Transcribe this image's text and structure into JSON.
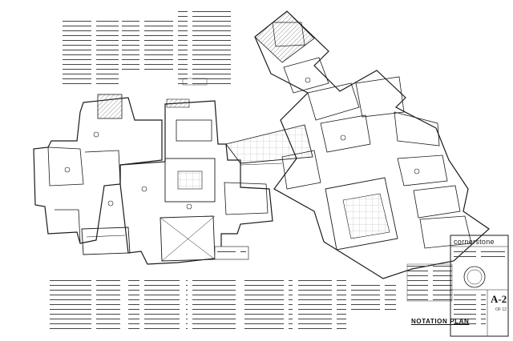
{
  "title_block": {
    "firm": "cornerstone",
    "sheet_number": "A-2",
    "sheet_of": "OF 12",
    "plan_title": "NOTATION PLAN"
  },
  "colors": {
    "linework": "#1a1a1a",
    "hatch": "#555555",
    "paper": "#ffffff"
  }
}
